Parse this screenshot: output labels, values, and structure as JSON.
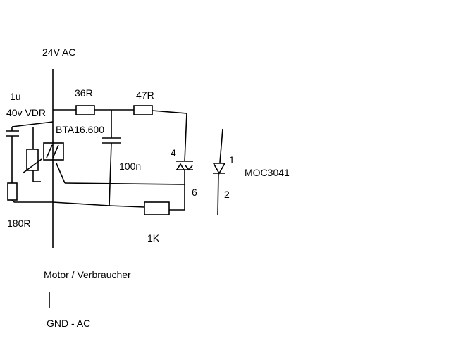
{
  "labels": {
    "supply": "24V AC",
    "cap_1u": "1u",
    "vdr": "40v VDR",
    "r36": "36R",
    "r47": "47R",
    "triac": "BTA16.600",
    "cap_100n": "100n",
    "r180": "180R",
    "r1k": "1K",
    "pin4": "4",
    "pin6": "6",
    "pin1": "1",
    "pin2": "2",
    "opto": "MOC3041",
    "load": "Motor / Verbraucher",
    "ground": "GND - AC"
  },
  "colors": {
    "ink": "#000000",
    "background": "#ffffff"
  }
}
